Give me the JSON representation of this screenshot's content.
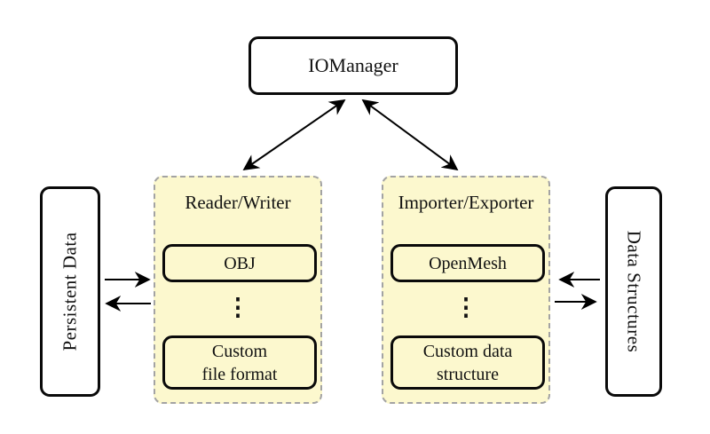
{
  "nodes": {
    "iomanager": {
      "label": "IOManager"
    },
    "persistent_data": {
      "label": "Persistent Data"
    },
    "data_structures": {
      "label": "Data Structures"
    }
  },
  "groups": {
    "reader_writer": {
      "title": "Reader/Writer",
      "ellipsis": "⋮",
      "items": [
        {
          "label": "OBJ"
        },
        {
          "label": "Custom\nfile format"
        }
      ]
    },
    "importer_exporter": {
      "title": "Importer/Exporter",
      "ellipsis": "⋮",
      "items": [
        {
          "label": "OpenMesh"
        },
        {
          "label": "Custom data\nstructure"
        }
      ]
    }
  },
  "colors": {
    "background": "#FFFFFF",
    "group_fill": "#FCF8CE",
    "group_border": "#A3A3A3",
    "node_border": "#0A0A0A",
    "arrow": "#000000"
  }
}
